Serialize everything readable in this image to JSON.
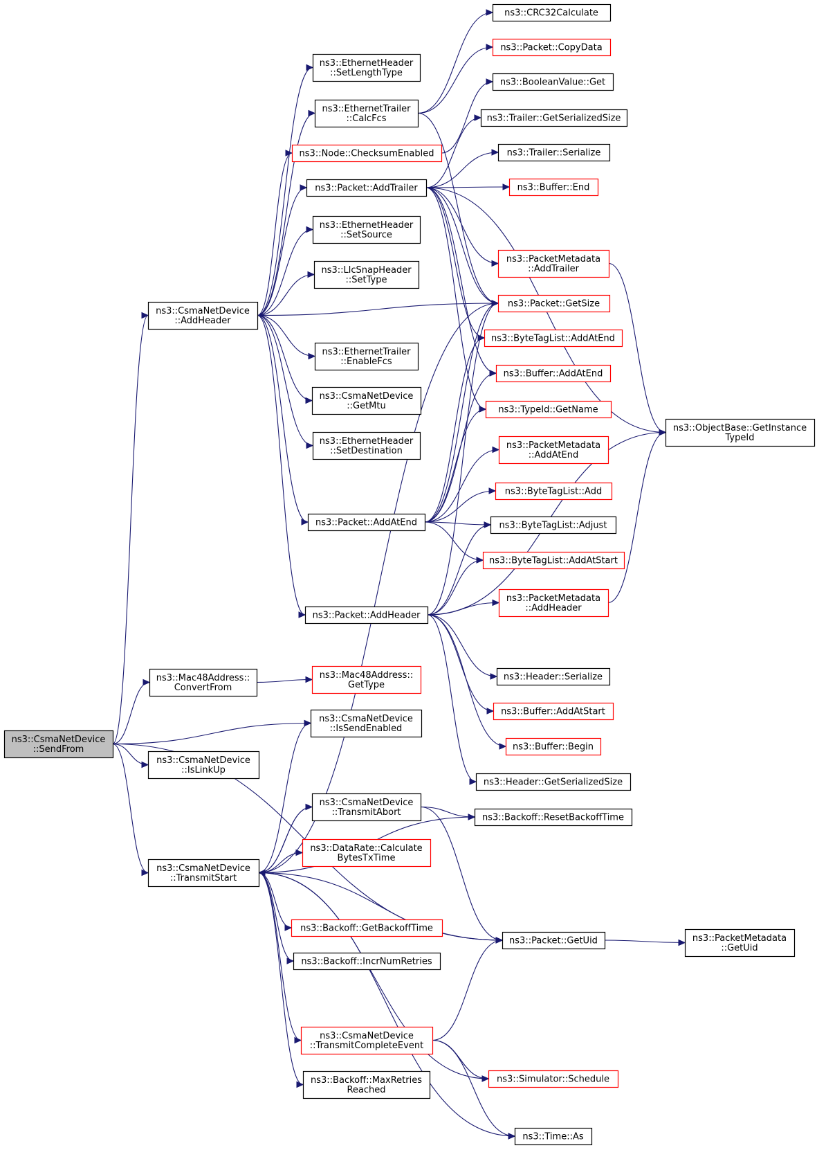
{
  "colors": {
    "edge": "#191970",
    "node_border_default": "#000000",
    "node_border_truncated": "#ff0000",
    "node_fill_root": "#bfbfbf",
    "node_fill": "#ffffff"
  },
  "nodes": {
    "sendfrom": {
      "lines": [
        "ns3::CsmaNetDevice",
        "::SendFrom"
      ],
      "root": true,
      "truncated": false
    },
    "addheader_nd": {
      "lines": [
        "ns3::CsmaNetDevice",
        "::AddHeader"
      ],
      "truncated": false
    },
    "convertfrom": {
      "lines": [
        "ns3::Mac48Address::",
        "ConvertFrom"
      ],
      "truncated": false
    },
    "issendenabled": {
      "lines": [
        "ns3::CsmaNetDevice",
        "::IsSendEnabled"
      ],
      "truncated": false
    },
    "islinkup": {
      "lines": [
        "ns3::CsmaNetDevice",
        "::IsLinkUp"
      ],
      "truncated": false
    },
    "transmitstart": {
      "lines": [
        "ns3::CsmaNetDevice",
        "::TransmitStart"
      ],
      "truncated": false
    },
    "setlengthtype": {
      "lines": [
        "ns3::EthernetHeader",
        "::SetLengthType"
      ],
      "truncated": false
    },
    "calcfcs": {
      "lines": [
        "ns3::EthernetTrailer",
        "::CalcFcs"
      ],
      "truncated": false
    },
    "checksumenabled": {
      "lines": [
        "ns3::Node::ChecksumEnabled"
      ],
      "truncated": true
    },
    "addtrailer": {
      "lines": [
        "ns3::Packet::AddTrailer"
      ],
      "truncated": false
    },
    "setsource": {
      "lines": [
        "ns3::EthernetHeader",
        "::SetSource"
      ],
      "truncated": false
    },
    "settype": {
      "lines": [
        "ns3::LlcSnapHeader",
        "::SetType"
      ],
      "truncated": false
    },
    "enablefcs": {
      "lines": [
        "ns3::EthernetTrailer",
        "::EnableFcs"
      ],
      "truncated": false
    },
    "getmtu": {
      "lines": [
        "ns3::CsmaNetDevice",
        "::GetMtu"
      ],
      "truncated": false
    },
    "setdestination": {
      "lines": [
        "ns3::EthernetHeader",
        "::SetDestination"
      ],
      "truncated": false
    },
    "addatend": {
      "lines": [
        "ns3::Packet::AddAtEnd"
      ],
      "truncated": false
    },
    "pkt_addheader": {
      "lines": [
        "ns3::Packet::AddHeader"
      ],
      "truncated": false
    },
    "gettype": {
      "lines": [
        "ns3::Mac48Address::",
        "GetType"
      ],
      "truncated": true
    },
    "transmitabort": {
      "lines": [
        "ns3::CsmaNetDevice",
        "::TransmitAbort"
      ],
      "truncated": false
    },
    "calcbytestx": {
      "lines": [
        "ns3::DataRate::Calculate",
        "BytesTxTime"
      ],
      "truncated": true
    },
    "getbackofftime": {
      "lines": [
        "ns3::Backoff::GetBackoffTime"
      ],
      "truncated": true
    },
    "incrnumretries": {
      "lines": [
        "ns3::Backoff::IncrNumRetries"
      ],
      "truncated": false
    },
    "transmitcomplete": {
      "lines": [
        "ns3::CsmaNetDevice",
        "::TransmitCompleteEvent"
      ],
      "truncated": true
    },
    "maxretries": {
      "lines": [
        "ns3::Backoff::MaxRetries",
        "Reached"
      ],
      "truncated": false
    },
    "crc32": {
      "lines": [
        "ns3::CRC32Calculate"
      ],
      "truncated": false
    },
    "copydata": {
      "lines": [
        "ns3::Packet::CopyData"
      ],
      "truncated": true
    },
    "booleanget": {
      "lines": [
        "ns3::BooleanValue::Get"
      ],
      "truncated": false
    },
    "trailerserializedsize": {
      "lines": [
        "ns3::Trailer::GetSerializedSize"
      ],
      "truncated": false
    },
    "trailerserialize": {
      "lines": [
        "ns3::Trailer::Serialize"
      ],
      "truncated": false
    },
    "bufferend": {
      "lines": [
        "ns3::Buffer::End"
      ],
      "truncated": true
    },
    "pm_addtrailer": {
      "lines": [
        "ns3::PacketMetadata",
        "::AddTrailer"
      ],
      "truncated": true
    },
    "getsize": {
      "lines": [
        "ns3::Packet::GetSize"
      ],
      "truncated": true
    },
    "btl_addatend": {
      "lines": [
        "ns3::ByteTagList::AddAtEnd"
      ],
      "truncated": true
    },
    "buf_addatend": {
      "lines": [
        "ns3::Buffer::AddAtEnd"
      ],
      "truncated": true
    },
    "getname": {
      "lines": [
        "ns3::TypeId::GetName"
      ],
      "truncated": true
    },
    "pm_addatend": {
      "lines": [
        "ns3::PacketMetadata",
        "::AddAtEnd"
      ],
      "truncated": true
    },
    "btl_add": {
      "lines": [
        "ns3::ByteTagList::Add"
      ],
      "truncated": true
    },
    "btl_adjust": {
      "lines": [
        "ns3::ByteTagList::Adjust"
      ],
      "truncated": false
    },
    "btl_addatstart": {
      "lines": [
        "ns3::ByteTagList::AddAtStart"
      ],
      "truncated": true
    },
    "pm_addheader": {
      "lines": [
        "ns3::PacketMetadata",
        "::AddHeader"
      ],
      "truncated": true
    },
    "headerserialize": {
      "lines": [
        "ns3::Header::Serialize"
      ],
      "truncated": false
    },
    "buf_addatstart": {
      "lines": [
        "ns3::Buffer::AddAtStart"
      ],
      "truncated": true
    },
    "bufferbegin": {
      "lines": [
        "ns3::Buffer::Begin"
      ],
      "truncated": true
    },
    "headerserializedsize": {
      "lines": [
        "ns3::Header::GetSerializedSize"
      ],
      "truncated": false
    },
    "resetbackoff": {
      "lines": [
        "ns3::Backoff::ResetBackoffTime"
      ],
      "truncated": false
    },
    "getuid": {
      "lines": [
        "ns3::Packet::GetUid"
      ],
      "truncated": false
    },
    "schedule": {
      "lines": [
        "ns3::Simulator::Schedule"
      ],
      "truncated": true
    },
    "timeas": {
      "lines": [
        "ns3::Time::As"
      ],
      "truncated": false
    },
    "getinstancetypeid": {
      "lines": [
        "ns3::ObjectBase::GetInstance",
        "TypeId"
      ],
      "truncated": false
    },
    "pm_getuid": {
      "lines": [
        "ns3::PacketMetadata",
        "::GetUid"
      ],
      "truncated": false
    }
  },
  "edges": [
    [
      "sendfrom",
      "addheader_nd"
    ],
    [
      "sendfrom",
      "convertfrom"
    ],
    [
      "sendfrom",
      "issendenabled"
    ],
    [
      "sendfrom",
      "islinkup"
    ],
    [
      "sendfrom",
      "transmitstart"
    ],
    [
      "sendfrom",
      "getuid"
    ],
    [
      "addheader_nd",
      "setlengthtype"
    ],
    [
      "addheader_nd",
      "calcfcs"
    ],
    [
      "addheader_nd",
      "checksumenabled"
    ],
    [
      "addheader_nd",
      "addtrailer"
    ],
    [
      "addheader_nd",
      "setsource"
    ],
    [
      "addheader_nd",
      "settype"
    ],
    [
      "addheader_nd",
      "getsize"
    ],
    [
      "addheader_nd",
      "enablefcs"
    ],
    [
      "addheader_nd",
      "getmtu"
    ],
    [
      "addheader_nd",
      "setdestination"
    ],
    [
      "addheader_nd",
      "addatend"
    ],
    [
      "addheader_nd",
      "pkt_addheader"
    ],
    [
      "calcfcs",
      "crc32"
    ],
    [
      "calcfcs",
      "copydata"
    ],
    [
      "calcfcs",
      "getsize"
    ],
    [
      "checksumenabled",
      "booleanget"
    ],
    [
      "addtrailer",
      "trailerserializedsize"
    ],
    [
      "addtrailer",
      "trailerserialize"
    ],
    [
      "addtrailer",
      "bufferend"
    ],
    [
      "addtrailer",
      "getinstancetypeid"
    ],
    [
      "addtrailer",
      "pm_addtrailer"
    ],
    [
      "addtrailer",
      "getsize"
    ],
    [
      "addtrailer",
      "btl_addatend"
    ],
    [
      "addtrailer",
      "buf_addatend"
    ],
    [
      "addtrailer",
      "getname"
    ],
    [
      "pm_addtrailer",
      "getinstancetypeid"
    ],
    [
      "addatend",
      "getsize"
    ],
    [
      "addatend",
      "btl_addatend"
    ],
    [
      "addatend",
      "buf_addatend"
    ],
    [
      "addatend",
      "getname"
    ],
    [
      "addatend",
      "pm_addatend"
    ],
    [
      "addatend",
      "btl_add"
    ],
    [
      "addatend",
      "btl_adjust"
    ],
    [
      "addatend",
      "btl_addatstart"
    ],
    [
      "pkt_addheader",
      "getsize"
    ],
    [
      "pkt_addheader",
      "btl_adjust"
    ],
    [
      "pkt_addheader",
      "btl_addatstart"
    ],
    [
      "pkt_addheader",
      "pm_addheader"
    ],
    [
      "pkt_addheader",
      "getinstancetypeid"
    ],
    [
      "pkt_addheader",
      "headerserialize"
    ],
    [
      "pkt_addheader",
      "buf_addatstart"
    ],
    [
      "pkt_addheader",
      "bufferbegin"
    ],
    [
      "pkt_addheader",
      "headerserializedsize"
    ],
    [
      "pm_addheader",
      "getinstancetypeid"
    ],
    [
      "convertfrom",
      "gettype"
    ],
    [
      "transmitstart",
      "issendenabled"
    ],
    [
      "transmitstart",
      "getsize"
    ],
    [
      "transmitstart",
      "resetbackoff"
    ],
    [
      "transmitstart",
      "transmitabort"
    ],
    [
      "transmitstart",
      "calcbytestx"
    ],
    [
      "transmitstart",
      "getuid"
    ],
    [
      "transmitstart",
      "getbackofftime"
    ],
    [
      "transmitstart",
      "incrnumretries"
    ],
    [
      "transmitstart",
      "transmitcomplete"
    ],
    [
      "transmitstart",
      "maxretries"
    ],
    [
      "transmitstart",
      "schedule"
    ],
    [
      "transmitstart",
      "timeas"
    ],
    [
      "transmitabort",
      "transmitstart"
    ],
    [
      "transmitabort",
      "resetbackoff"
    ],
    [
      "transmitabort",
      "getuid"
    ],
    [
      "transmitcomplete",
      "getuid"
    ],
    [
      "transmitcomplete",
      "schedule"
    ],
    [
      "transmitcomplete",
      "timeas"
    ],
    [
      "getuid",
      "pm_getuid"
    ]
  ]
}
